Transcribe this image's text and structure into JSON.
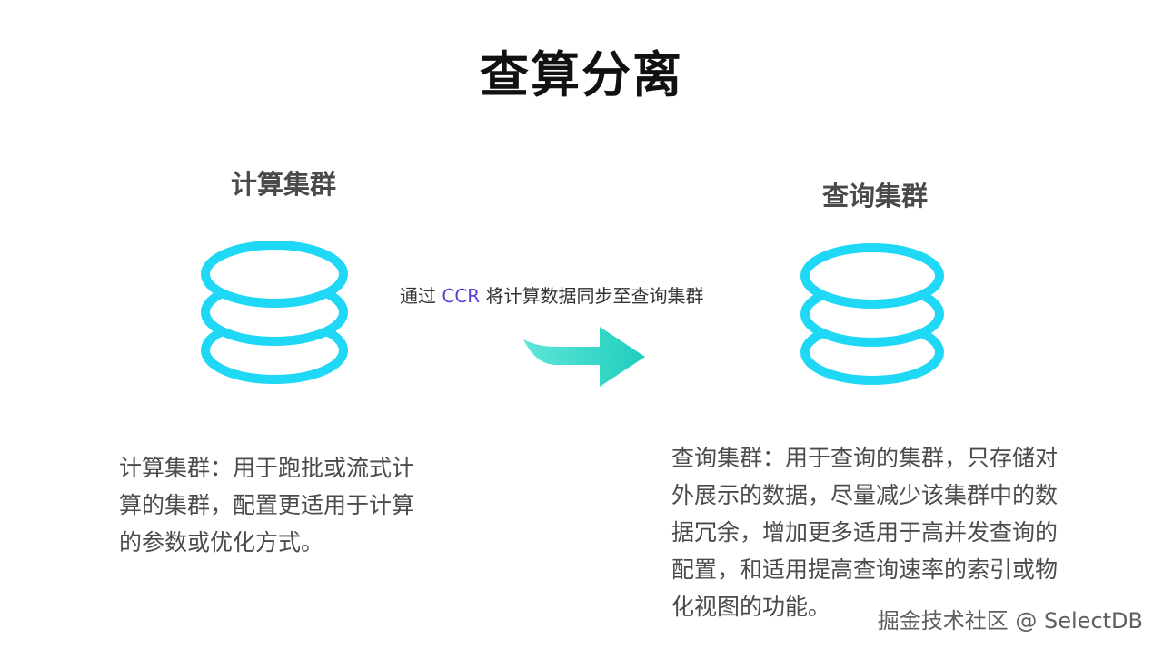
{
  "title": "查算分离",
  "left_cluster": {
    "label": "计算集群",
    "description_lines": [
      "计算集群：用于跑批或流式计",
      "算的集群，配置更适用于计算",
      "的参数或优化方式。"
    ]
  },
  "right_cluster": {
    "label": "查询集群",
    "description_lines": [
      "查询集群：用于查询的集群，只存储对",
      "外展示的数据，尽量减少该集群中的数",
      "据冗余，增加更多适用于高并发查询的",
      "配置，和适用提高查询速率的索引或物",
      "化视图的功能。"
    ]
  },
  "connector": {
    "text_before": "通过 ",
    "accent_text": "CCR",
    "text_after": " 将计算数据同步至查询集群"
  },
  "footer": "掘金技术社区 @ SelectDB",
  "colors": {
    "icon": "#1fd8f5",
    "arrow": "#2fd3c4",
    "accent": "#5b3fd8"
  },
  "icons": {
    "database": "database-icon",
    "arrow": "arrow-right-icon"
  }
}
